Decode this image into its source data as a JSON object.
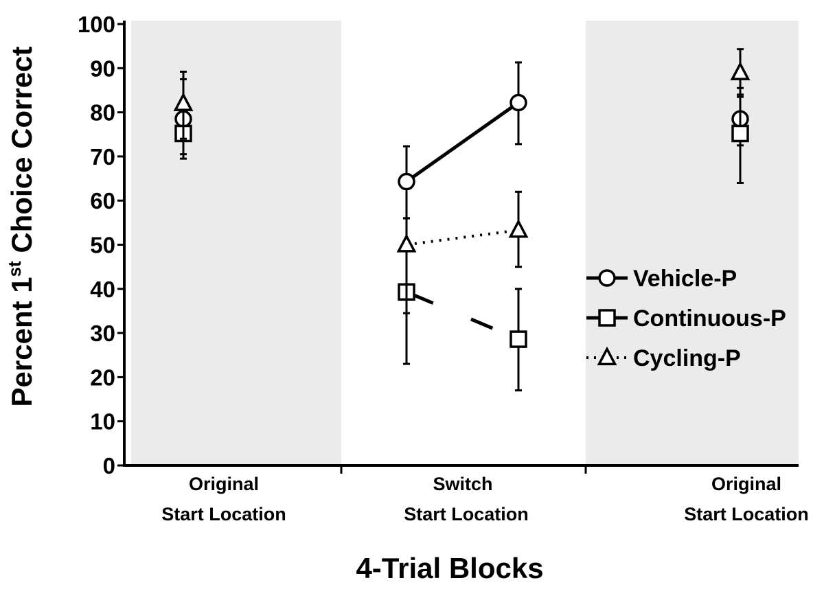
{
  "chart_data": {
    "type": "line",
    "xlabel": "4-Trial Blocks",
    "ylabel_main": "Percent 1",
    "ylabel_sup": "st",
    "ylabel_rest": " Choice Correct",
    "ylim": [
      0,
      100
    ],
    "yticks": [
      0,
      10,
      20,
      30,
      40,
      50,
      60,
      70,
      80,
      90,
      100
    ],
    "categories": [
      {
        "line1": "Original",
        "line2": "Start Location",
        "shaded": true
      },
      {
        "line1": "Switch",
        "line2": "Start Location",
        "shaded": false
      },
      {
        "line1": "Original",
        "line2": "Start Location",
        "shaded": true
      }
    ],
    "shade_color": "#ebebeb",
    "legend_position": "right",
    "series": [
      {
        "name": "Vehicle-P",
        "marker": "circle",
        "line": "solid",
        "points": [
          {
            "block": 1,
            "sub": 0,
            "y": 78.5,
            "err_low": 70.5,
            "err_high": 87.5
          },
          {
            "block": 2,
            "sub": 0,
            "y": 64.3,
            "err_low": 56,
            "err_high": 72.3
          },
          {
            "block": 2,
            "sub": 1,
            "y": 82.2,
            "err_low": 72.8,
            "err_high": 91.3
          },
          {
            "block": 3,
            "sub": 0,
            "y": 78.5,
            "err_low": 72.5,
            "err_high": 85.5
          }
        ],
        "connect": [
          [
            1,
            2
          ]
        ]
      },
      {
        "name": "Continuous-P",
        "marker": "square",
        "line": "dashed",
        "points": [
          {
            "block": 1,
            "sub": 0,
            "y": 75.2,
            "err_low": 69.5,
            "err_high": 81.5
          },
          {
            "block": 2,
            "sub": 0,
            "y": 39.3,
            "err_low": 23,
            "err_high": 56
          },
          {
            "block": 2,
            "sub": 1,
            "y": 28.6,
            "err_low": 17,
            "err_high": 40
          },
          {
            "block": 3,
            "sub": 0,
            "y": 75.2,
            "err_low": 64,
            "err_high": 84
          }
        ],
        "connect": [
          [
            1,
            2
          ]
        ]
      },
      {
        "name": "Cycling-P",
        "marker": "triangle",
        "line": "dotted",
        "points": [
          {
            "block": 1,
            "sub": 0,
            "y": 82,
            "err_low": 74,
            "err_high": 89.2
          },
          {
            "block": 2,
            "sub": 0,
            "y": 50,
            "err_low": 34.5,
            "err_high": 56
          },
          {
            "block": 2,
            "sub": 1,
            "y": 53.3,
            "err_low": 45,
            "err_high": 62
          },
          {
            "block": 3,
            "sub": 0,
            "y": 89,
            "err_low": 83.5,
            "err_high": 94.3
          }
        ],
        "connect": [
          [
            1,
            2
          ]
        ]
      }
    ]
  }
}
